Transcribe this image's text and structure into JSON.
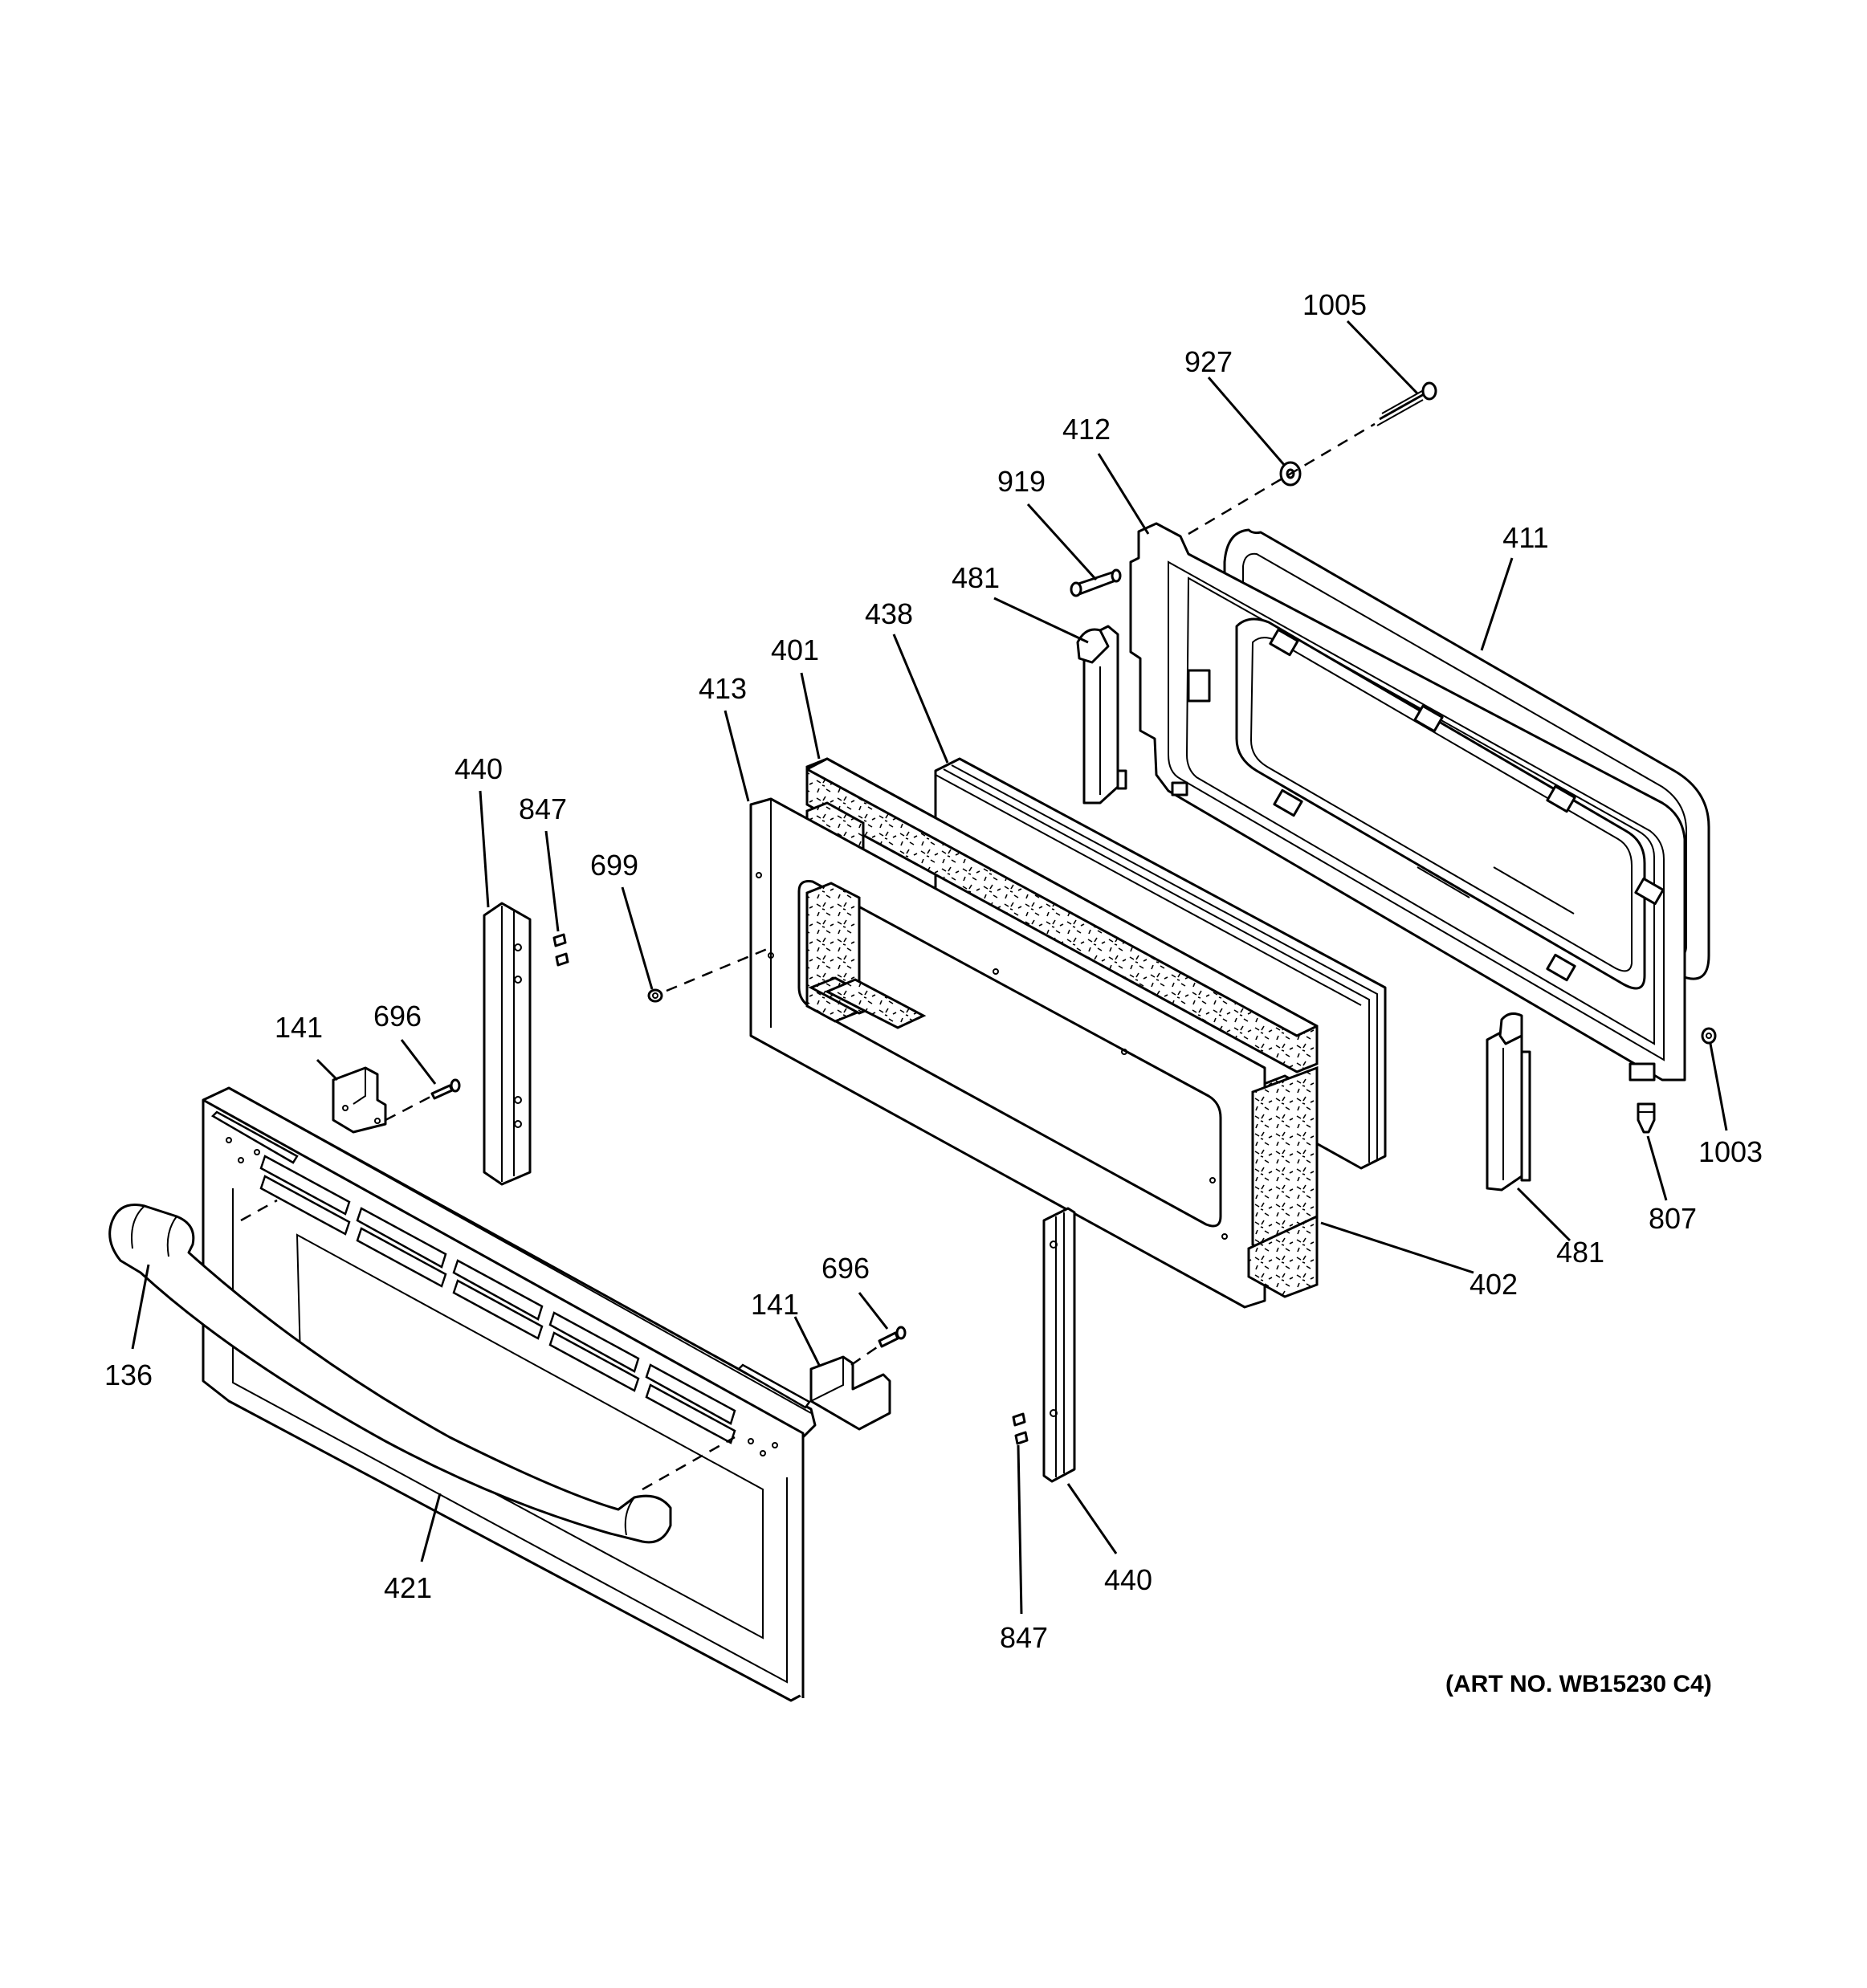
{
  "labels": {
    "p1005": "1005",
    "p927": "927",
    "p412": "412",
    "p919": "919",
    "p411": "411",
    "p481_top": "481",
    "p438": "438",
    "p401": "401",
    "p413": "413",
    "p440_left": "440",
    "p847_top": "847",
    "p699": "699",
    "p141_left": "141",
    "p696_left": "696",
    "p1003": "1003",
    "p807": "807",
    "p481_bottom": "481",
    "p402": "402",
    "p696_right": "696",
    "p141_right": "141",
    "p136": "136",
    "p440_bottom": "440",
    "p421": "421",
    "p847_bottom": "847"
  },
  "art_number": "(ART NO. WB15230 C4)"
}
